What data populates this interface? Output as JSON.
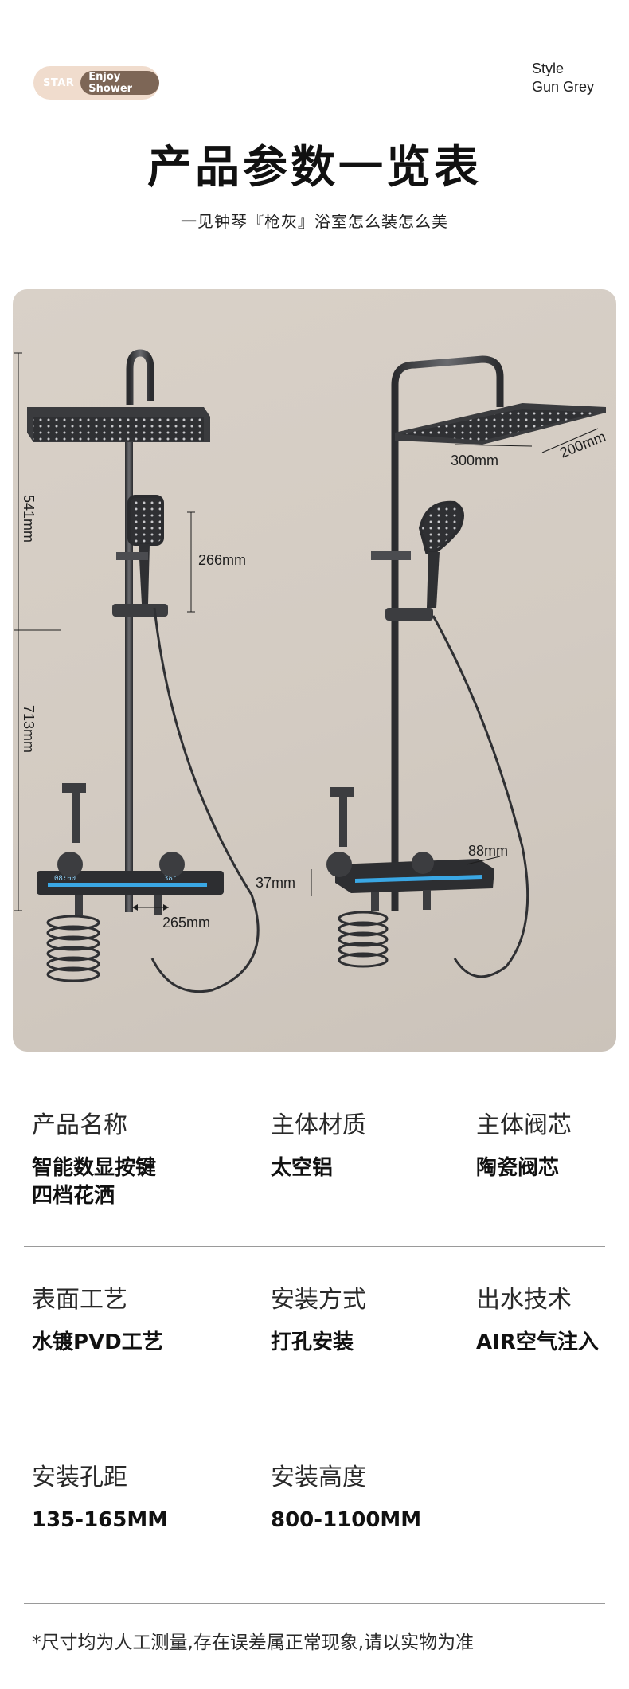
{
  "badge": {
    "brand": "STAR",
    "tagline": "Enjoy Shower"
  },
  "style_info": {
    "line1": "Style",
    "line2": "Gun Grey"
  },
  "title": "产品参数一览表",
  "subtitle": "一见钟琴『枪灰』浴室怎么装怎么美",
  "diagram": {
    "dims": {
      "total_upper": "541mm",
      "total_lower": "713mm",
      "handheld": "266mm",
      "spacing": "265mm",
      "width_front": "300mm",
      "depth": "200mm",
      "thickness": "37mm",
      "console_depth": "88mm"
    },
    "display": {
      "time": "08:00",
      "temp": "38°"
    },
    "colors": {
      "metal": "#3c3d40",
      "accent": "#3aa7e4",
      "background": "#d6cec5"
    }
  },
  "specs": [
    {
      "label": "产品名称",
      "value": "智能数显按键\n四档花洒"
    },
    {
      "label": "主体材质",
      "value": "太空铝"
    },
    {
      "label": "主体阀芯",
      "value": "陶瓷阀芯"
    },
    {
      "label": "表面工艺",
      "value": "水镀PVD工艺"
    },
    {
      "label": "安装方式",
      "value": "打孔安装"
    },
    {
      "label": "出水技术",
      "value": "AIR空气注入"
    },
    {
      "label": "安装孔距",
      "value": "135-165MM"
    },
    {
      "label": "安装高度",
      "value": "800-1100MM"
    }
  ],
  "footnote": "*尺寸均为人工测量,存在误差属正常现象,请以实物为准"
}
